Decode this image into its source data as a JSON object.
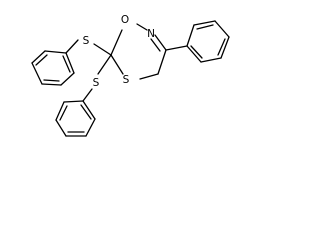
{
  "molecule": {
    "atoms": {
      "O1": "O",
      "N1": "N",
      "S_ring": "S",
      "S_upper": "S",
      "S_lower": "S"
    }
  }
}
